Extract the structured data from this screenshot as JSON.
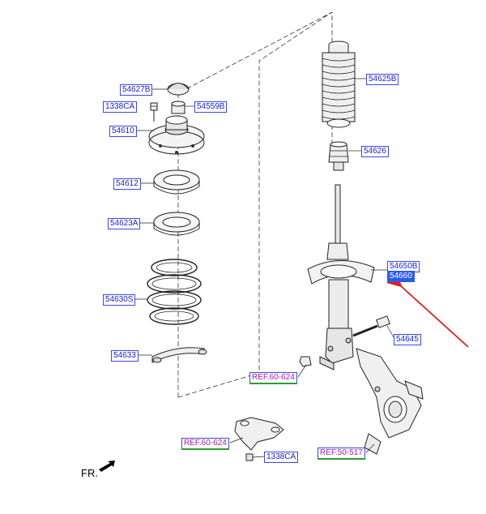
{
  "parts": {
    "p54627B": "54627B",
    "p1338CA_top": "1338CA",
    "p54559B": "54559B",
    "p54610": "54610",
    "p54612": "54612",
    "p54623A": "54623A",
    "p54630S": "54630S",
    "p54633": "54633",
    "p54625B": "54625B",
    "p54626": "54626",
    "p54650B": "54650B",
    "p54660": "54660",
    "p54645": "54645",
    "p1338CA_bottom": "1338CA"
  },
  "refs": {
    "ref_60_624_upper": "REF.60-624",
    "ref_60_624_lower": "REF.60-624",
    "ref_50_517": "REF.50-517"
  },
  "direction_label": "FR.",
  "colors": {
    "callout_text": "#1a22c8",
    "callout_border": "#3a4ad8",
    "highlight_fill": "#2e5be6",
    "ref_text": "#a020a0",
    "ref_underline": "#2aa02a",
    "pointer_arrow": "#e0201c"
  }
}
